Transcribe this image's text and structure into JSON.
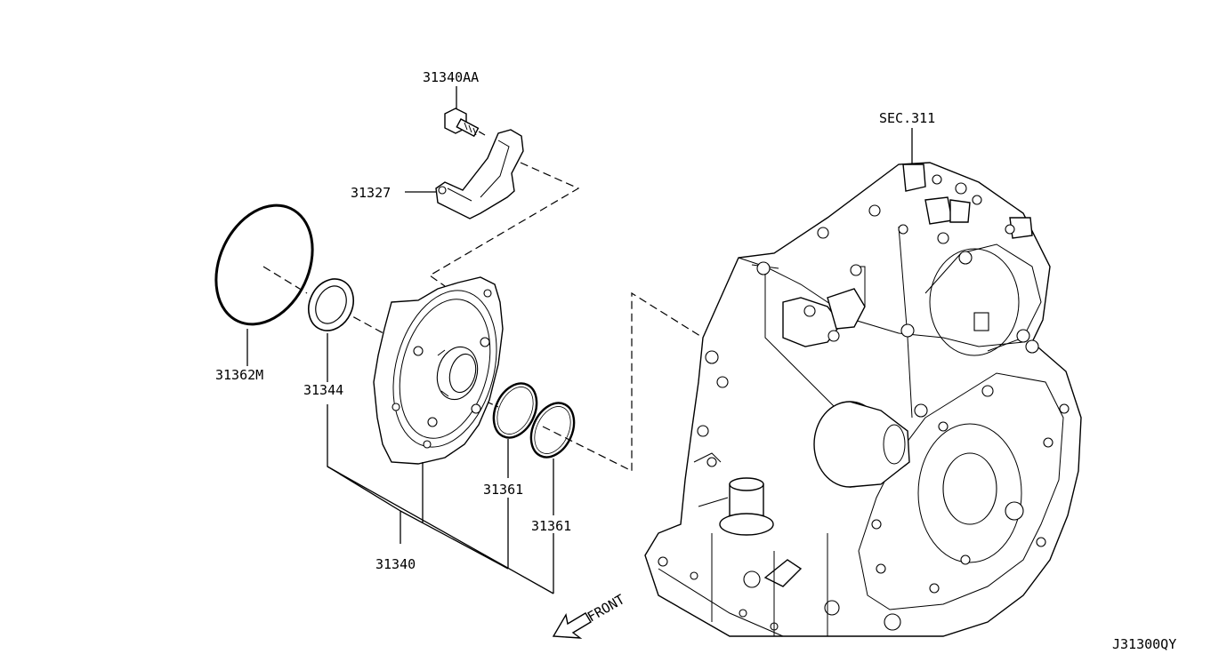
{
  "diagram_code": "J31300QY",
  "front_label": "FRONT",
  "section_ref": "SEC.311",
  "parts": {
    "bolt": "31340AA",
    "bracket": "31327",
    "o_ring": "31362M",
    "seal": "31344",
    "oil_pump": "31340",
    "seal_ring_a": "31361",
    "seal_ring_b": "31361"
  }
}
